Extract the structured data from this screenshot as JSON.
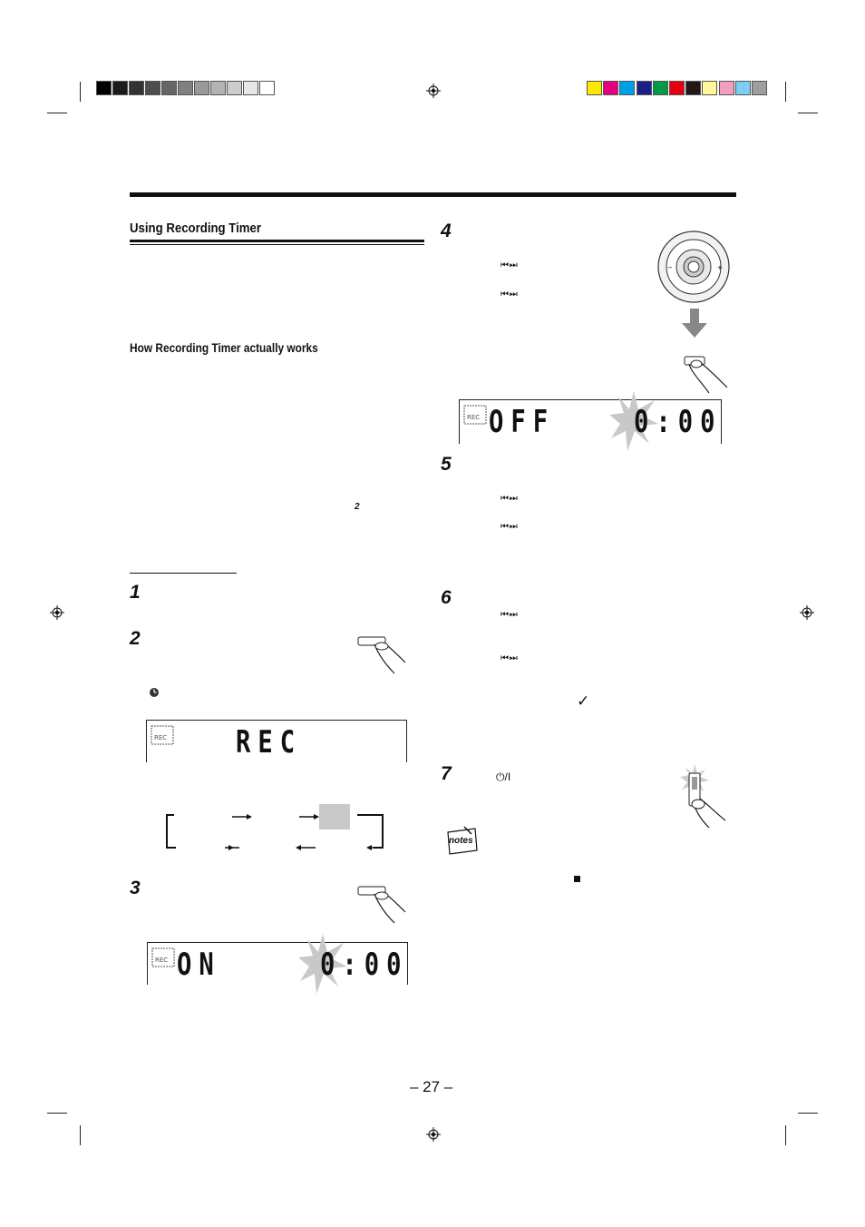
{
  "section": {
    "title": "Using Recording Timer"
  },
  "subsection": {
    "title": "How Recording Timer actually works"
  },
  "steps": [
    "1",
    "2",
    "3",
    "4",
    "5",
    "6",
    "7"
  ],
  "inline_marks": {
    "two": "2",
    "check": "✓",
    "power_symbol": "⏻/I"
  },
  "skip_buttons": {
    "label": "⏮ ⏭"
  },
  "displays": {
    "rec": {
      "main": "REC"
    },
    "on": {
      "mode": "ON",
      "time": "0:00"
    },
    "off": {
      "mode": "OFF",
      "time": "0:00"
    }
  },
  "notes_label": "notes",
  "page_number": "– 27 –",
  "colors": {
    "gray_bar": [
      "#000000",
      "#1a1a1a",
      "#333333",
      "#4d4d4d",
      "#666666",
      "#808080",
      "#999999",
      "#b3b3b3",
      "#cccccc",
      "#e6e6e6",
      "#ffffff"
    ],
    "color_bar": [
      "#ffe800",
      "#e4007f",
      "#00a0e9",
      "#1d2088",
      "#009944",
      "#e60012",
      "#231815",
      "#fff799",
      "#f19ec2",
      "#7ecef4",
      "#9e9e9f"
    ]
  }
}
